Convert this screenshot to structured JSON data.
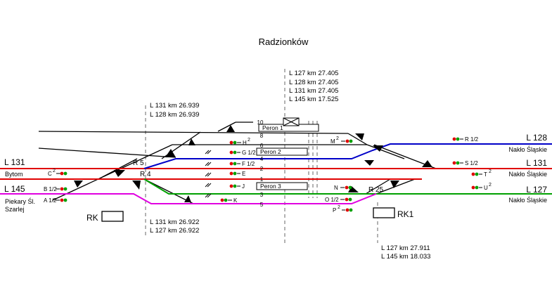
{
  "title": "Radzionków",
  "km_labels": {
    "center": [
      "L 127 km 27.405",
      "L 128 km 27.405",
      "L 131 km 27.405",
      "L 145 km 17.525"
    ],
    "upper_left": [
      "L 131 km 26.939",
      "L 128 km 26.939"
    ],
    "lower_left": [
      "L 131 km 26.922",
      "L 127 km 26.922"
    ],
    "lower_right": [
      "L 127 km 27.911",
      "L 145 km 18.033"
    ]
  },
  "lines": {
    "l131_left": "L 131",
    "bytom": "Bytom",
    "l145_left": "L 145",
    "piekary_1": "Piekary Śl.",
    "piekary_2": "Szarlej",
    "l128_right": "L 128",
    "naklo_128": "Nakło Śląskie",
    "l131_right": "L 131",
    "naklo_131": "Nakło Śląskie",
    "l127_right": "L 127",
    "naklo_127": "Nakło Śląskie"
  },
  "tracks": [
    "10",
    "8",
    "6",
    "4",
    "2",
    "1",
    "3",
    "5"
  ],
  "platforms": [
    "Peron 1",
    "Peron 2",
    "Peron 3"
  ],
  "signals": {
    "h": "H",
    "h_sup": "2",
    "g": "G 1/2",
    "f": "F 1/2",
    "e": "E",
    "j": "J",
    "k": "K",
    "c": "C",
    "c_sup": "2",
    "b": "B 1/2",
    "a": "A 1/2",
    "m": "M",
    "m_sup": "2",
    "n": "N",
    "o": "O 1/2",
    "p": "P",
    "p_sup": "2",
    "r": "R 1/2",
    "s": "S 1/2",
    "t": "T",
    "t_sup": "2",
    "u": "U",
    "u_sup": "2"
  },
  "switch_boxes": {
    "r5": "R 5",
    "r4": "R 4",
    "r25": "R 25"
  },
  "posts": {
    "rk": "RK",
    "rk1": "RK1"
  },
  "colors": {
    "track": "#000000",
    "l131": "#e00000",
    "l128": "#0000c8",
    "l127": "#00a000",
    "l145": "#e000e0",
    "signal_red": "#e00000",
    "signal_green": "#00a000",
    "dash": "#808080"
  }
}
